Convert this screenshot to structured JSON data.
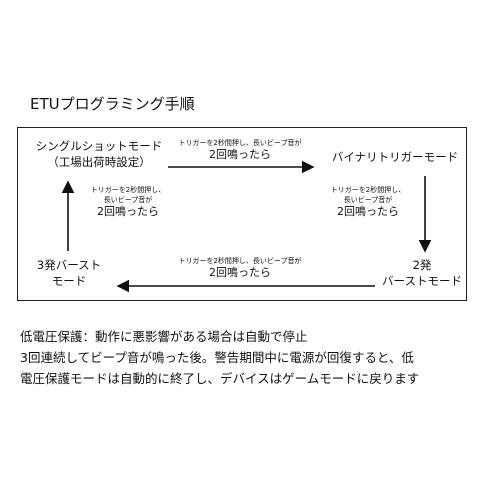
{
  "title": "ETUプログラミング手順",
  "states": {
    "single": [
      "シングルショットモード",
      "（工場出荷時設定）"
    ],
    "binary": "バイナリトリガーモード",
    "double": [
      "2発",
      "バーストモード"
    ],
    "triple": [
      "3発バースト",
      "モード"
    ]
  },
  "transitions": {
    "top": {
      "small": [
        "トリガーを2秒間押し、長いビープ音が"
      ],
      "big": "2回鳴ったら"
    },
    "right": {
      "small": [
        "トリガーを2秒間押し、",
        "長いビープ音が"
      ],
      "big": "2回鳴ったら"
    },
    "bottom": {
      "small": [
        "トリガーを2秒間押し、長いビープ音が"
      ],
      "big": "2回鳴ったら"
    },
    "left": {
      "small": [
        "トリガーを2秒間押し、",
        "長いビープ音が"
      ],
      "big": "2回鳴ったら"
    }
  },
  "notes": [
    "低電圧保護：動作に悪影響がある場合は自動で停止",
    "3回連続してビープ音が鳴った後。警告期間中に電源が回復すると、低",
    "電圧保護モードは自動的に終了し、デバイスはゲームモードに戻ります"
  ]
}
